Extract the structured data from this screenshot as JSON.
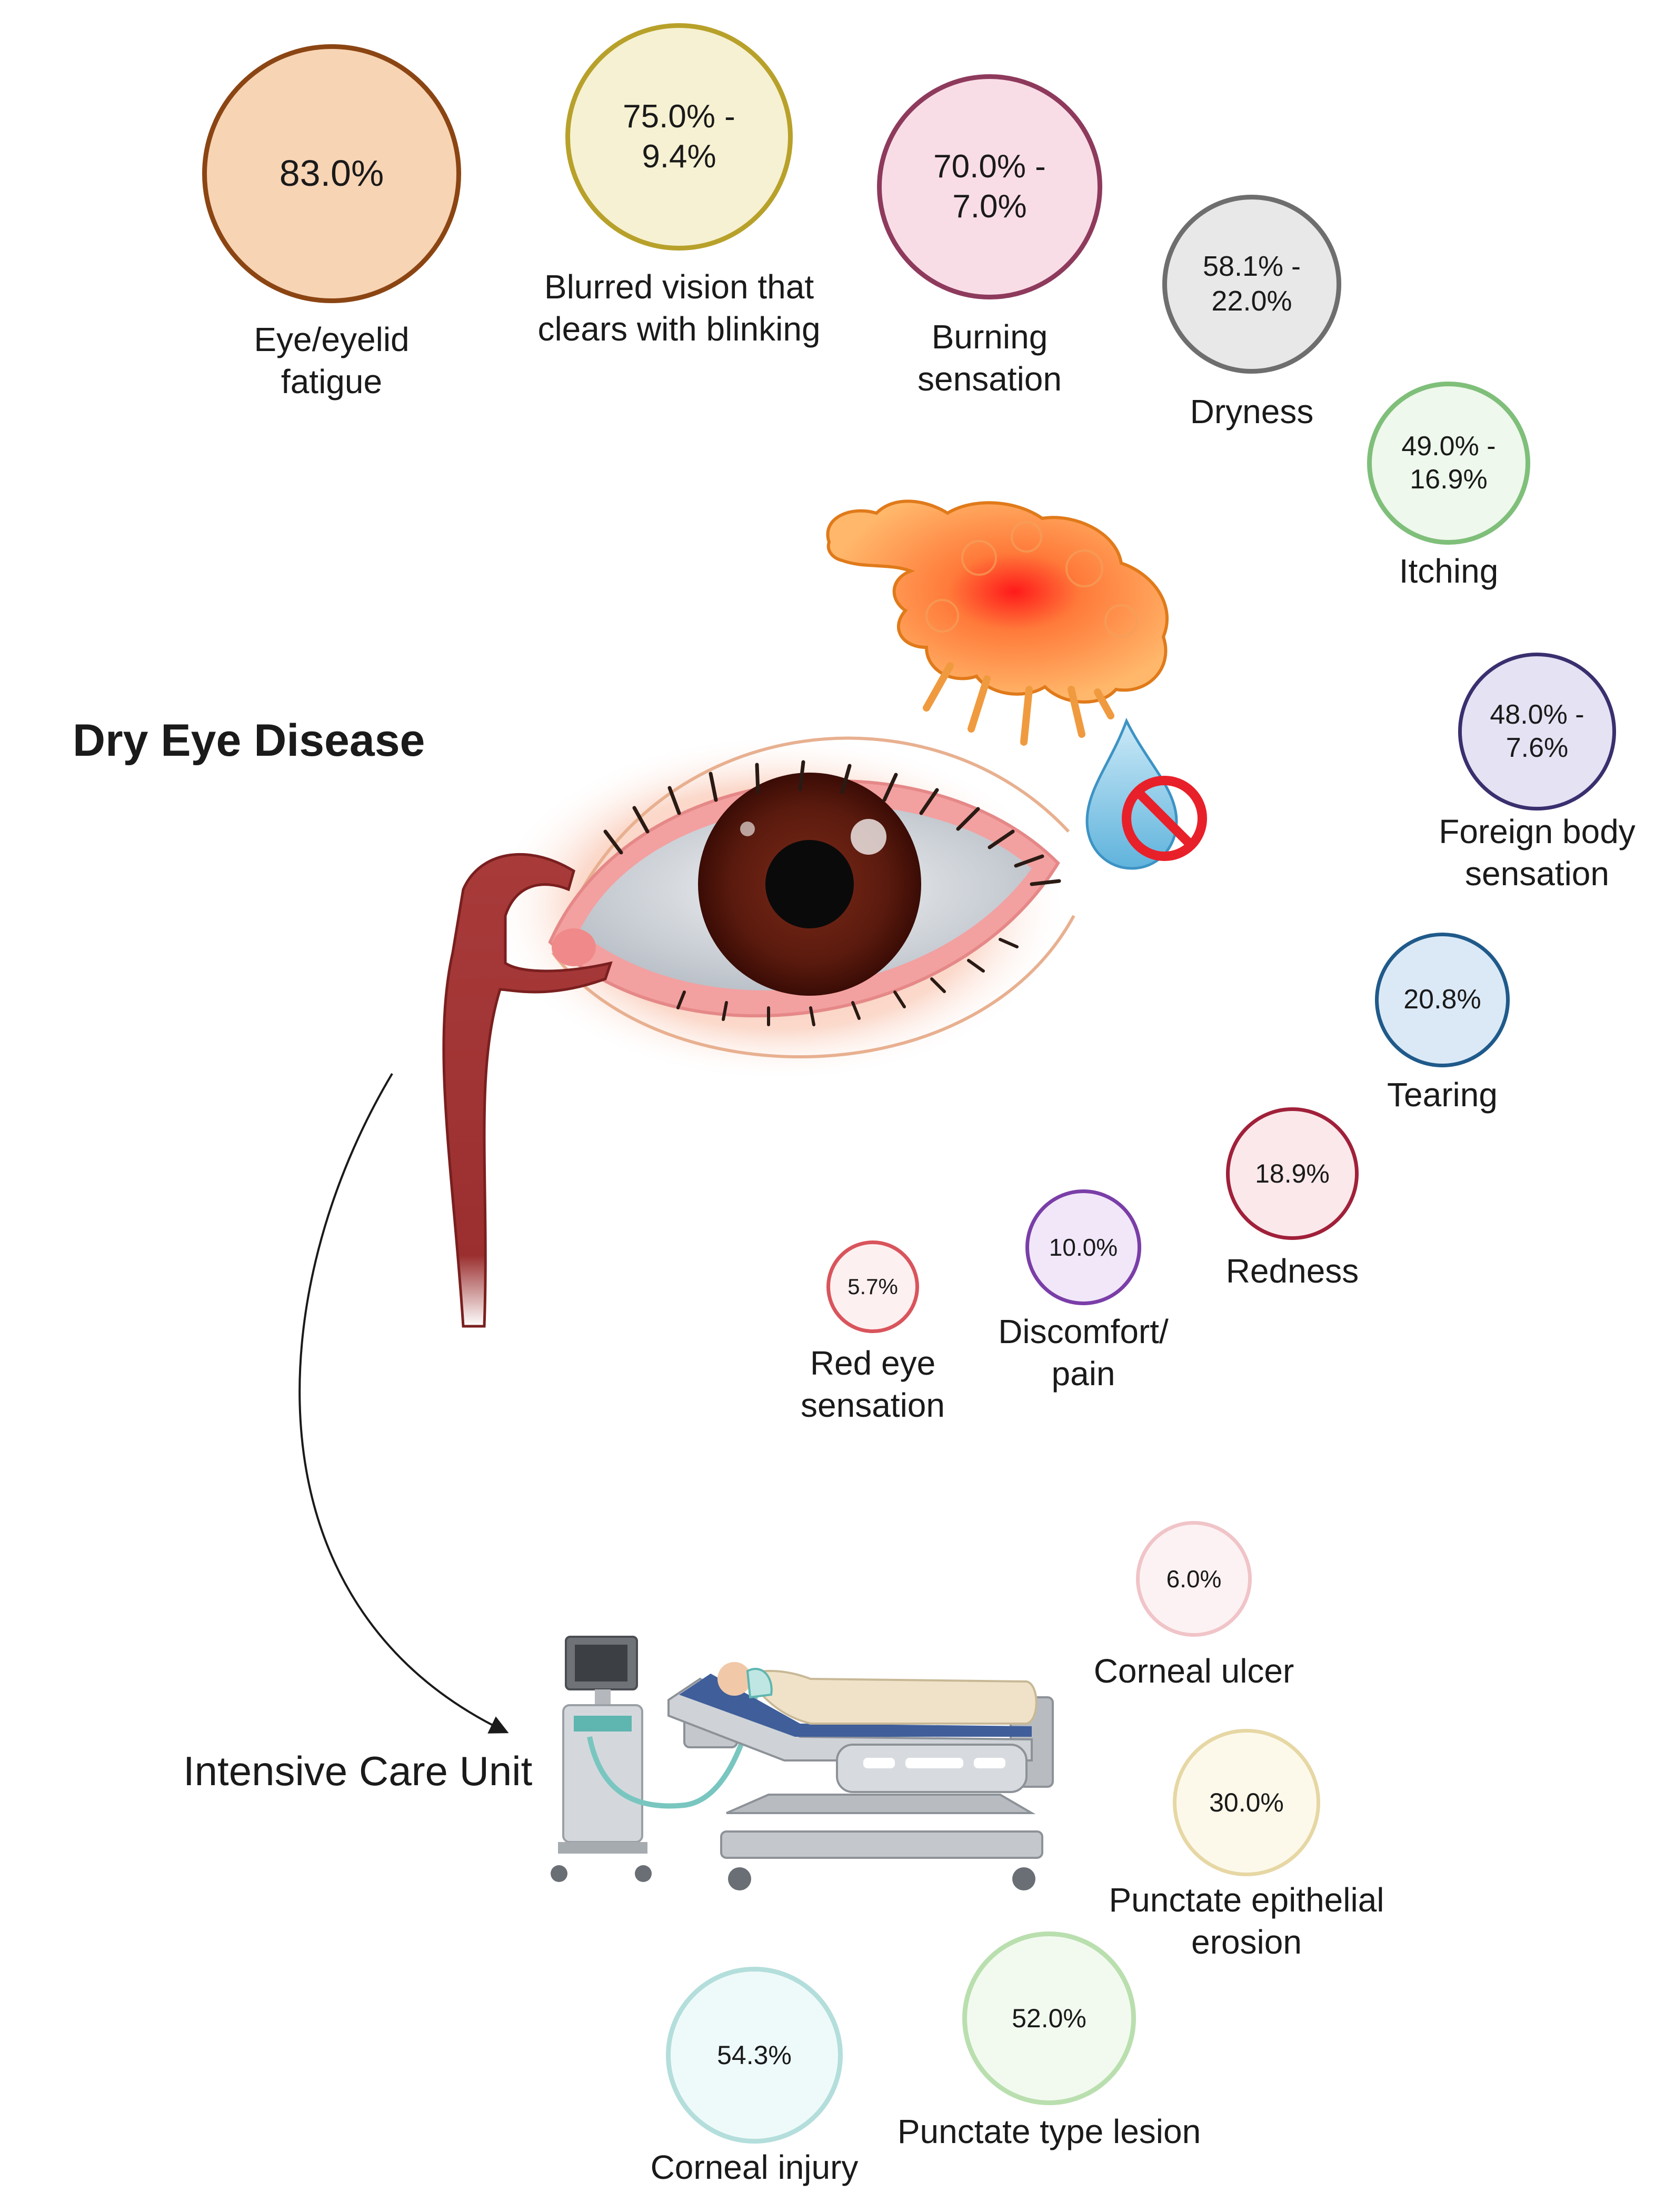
{
  "title": "Dry Eye Disease",
  "icu_label": "Intensive Care Unit",
  "symptoms": [
    {
      "id": "fatigue",
      "value": "83.0%",
      "label": "Eye/eyelid\nfatigue",
      "fill": "#f7d4b4",
      "stroke": "#8b4513"
    },
    {
      "id": "blurred",
      "value": "75.0% -\n9.4%",
      "label": "Blurred vision that\nclears with blinking",
      "fill": "#f6f1d2",
      "stroke": "#b8a12a"
    },
    {
      "id": "burning",
      "value": "70.0% -\n7.0%",
      "label": "Burning\nsensation",
      "fill": "#f9dde6",
      "stroke": "#8e3a5c"
    },
    {
      "id": "dryness",
      "value": "58.1% -\n22.0%",
      "label": "Dryness",
      "fill": "#e8e8e8",
      "stroke": "#6e6e6e"
    },
    {
      "id": "itching",
      "value": "49.0% -\n16.9%",
      "label": "Itching",
      "fill": "#eef8ec",
      "stroke": "#7fbf7a"
    },
    {
      "id": "foreign",
      "value": "48.0% -\n7.6%",
      "label": "Foreign body\nsensation",
      "fill": "#e4e2f3",
      "stroke": "#3a2f6e"
    },
    {
      "id": "tearing",
      "value": "20.8%",
      "label": "Tearing",
      "fill": "#dbe9f7",
      "stroke": "#1f5a8a"
    },
    {
      "id": "redness",
      "value": "18.9%",
      "label": "Redness",
      "fill": "#fbe8ea",
      "stroke": "#a0203a"
    },
    {
      "id": "discomfort",
      "value": "10.0%",
      "label": "Discomfort/\npain",
      "fill": "#f1e7f9",
      "stroke": "#7a3ea8"
    },
    {
      "id": "redeye",
      "value": "5.7%",
      "label": "Red eye\nsensation",
      "fill": "#fdf0f0",
      "stroke": "#d9545c"
    }
  ],
  "icu_findings": [
    {
      "id": "ulcer",
      "value": "6.0%",
      "label": "Corneal ulcer",
      "fill": "#fdf2f3",
      "stroke": "#f0c4c8"
    },
    {
      "id": "erosion",
      "value": "30.0%",
      "label": "Punctate epithelial\nerosion",
      "fill": "#fdf9ea",
      "stroke": "#e6d7a4"
    },
    {
      "id": "lesion",
      "value": "52.0%",
      "label": "Punctate type lesion",
      "fill": "#f2faef",
      "stroke": "#b9dfae"
    },
    {
      "id": "injury",
      "value": "54.3%",
      "label": "Corneal injury",
      "fill": "#eefaf9",
      "stroke": "#b3dedb"
    }
  ]
}
